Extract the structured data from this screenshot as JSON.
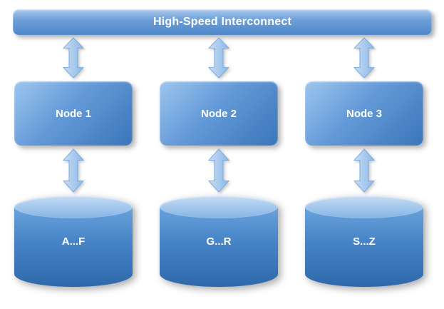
{
  "diagram": {
    "interconnect": {
      "label": "High-Speed Interconnect"
    },
    "nodes": [
      {
        "label": "Node 1"
      },
      {
        "label": "Node 2"
      },
      {
        "label": "Node 3"
      }
    ],
    "databases": [
      {
        "label": "A...F"
      },
      {
        "label": "G...R"
      },
      {
        "label": "S...Z"
      }
    ],
    "icons": {
      "arrow": "double-headed-vertical-arrow"
    },
    "colors": {
      "shape_blue_light": "#9dc5ee",
      "shape_blue_dark": "#3a76ba",
      "arrow_fill_light": "#c9def5",
      "arrow_fill_dark": "#8cb6e6",
      "text": "#ffffff",
      "background": "#ffffff"
    }
  }
}
